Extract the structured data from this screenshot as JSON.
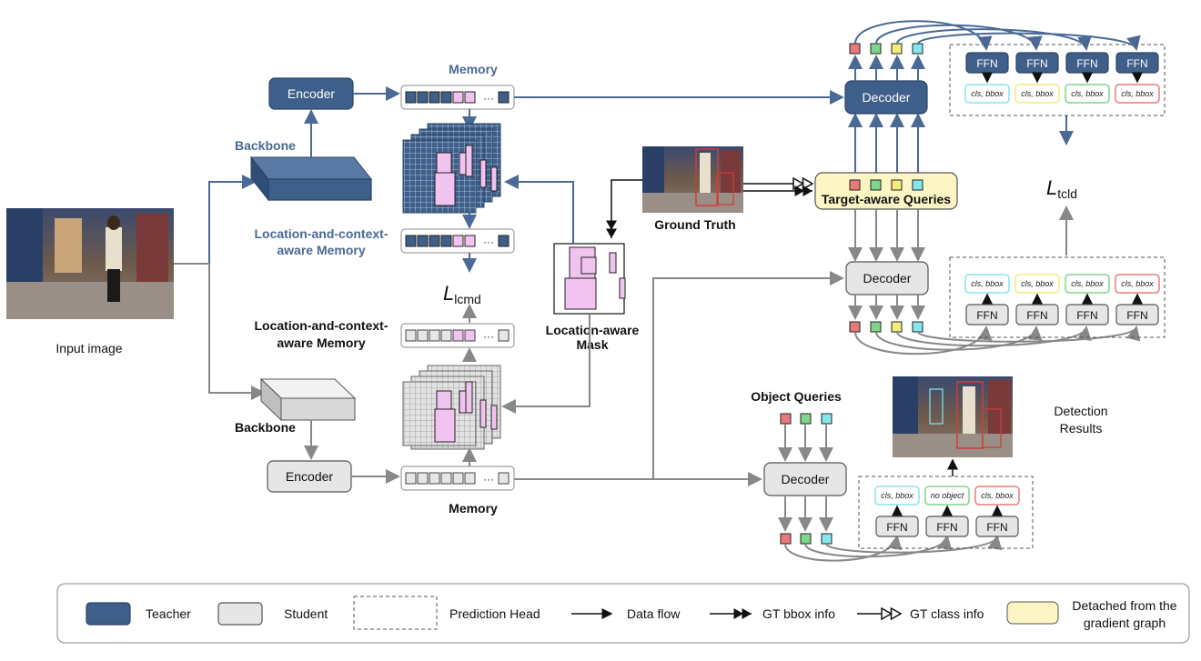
{
  "labels": {
    "input_image": "Input image",
    "backbone_teacher": "Backbone",
    "backbone_student": "Backbone",
    "encoder_teacher": "Encoder",
    "encoder_student": "Encoder",
    "memory_teacher": "Memory",
    "memory_student": "Memory",
    "lc_memory_teacher_1": "Location-and-context-",
    "lc_memory_teacher_2": "aware Memory",
    "lc_memory_student_1": "Location-and-context-",
    "lc_memory_student_2": "aware Memory",
    "loss_lcmd_main": "L",
    "loss_lcmd_sub": "lcmd",
    "loss_tcld_main": "L",
    "loss_tcld_sub": "tcld",
    "location_mask_1": "Location-aware",
    "location_mask_2": "Mask",
    "ground_truth": "Ground Truth",
    "target_aware_queries": "Target-aware Queries",
    "decoder_teacher": "Decoder",
    "decoder_student": "Decoder",
    "decoder_student_main": "Decoder",
    "object_queries": "Object Queries",
    "detection_results_1": "Detection",
    "detection_results_2": "Results",
    "ffn": "FFN",
    "cls_bbox": "cls, bbox",
    "no_object": "no object",
    "dots": "···"
  },
  "legend": {
    "teacher": "Teacher",
    "student": "Student",
    "prediction_head": "Prediction Head",
    "data_flow": "Data flow",
    "gt_bbox": "GT bbox info",
    "gt_class": "GT class info",
    "detached_1": "Detached from the",
    "detached_2": "gradient graph"
  },
  "colors": {
    "teacher": "#3e5f8a",
    "student": "#e6e6e6",
    "query_red": "#e87a7a",
    "query_green": "#7fd68a",
    "query_yellow": "#f3ec7a",
    "query_cyan": "#86e6ef",
    "memory_pink": "#f1c4f0",
    "detached": "#fdf5c4"
  }
}
